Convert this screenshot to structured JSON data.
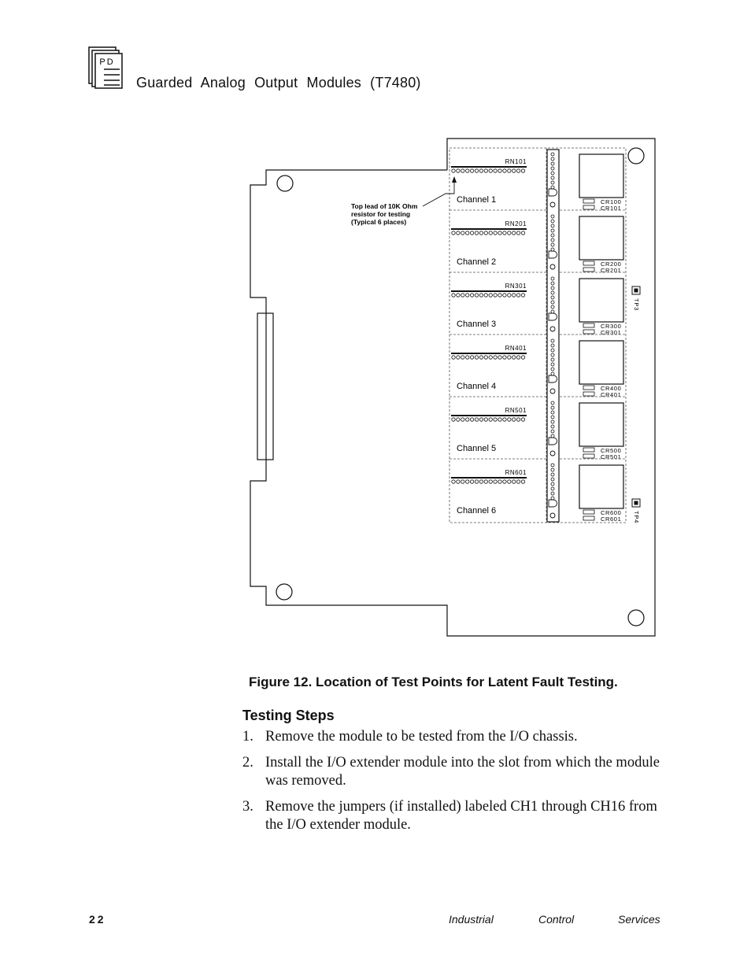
{
  "header": {
    "logo_text": "PD",
    "title": "Guarded Analog Output Modules (T7480)"
  },
  "figure": {
    "callout": [
      "Top lead of 10K Ohm",
      "resistor for testing",
      "(Typical 6 places)"
    ],
    "channels": [
      {
        "label": "Channel 1",
        "rn": "RN101",
        "cr_a": "CR100",
        "cr_b": "CR101"
      },
      {
        "label": "Channel 2",
        "rn": "RN201",
        "cr_a": "CR200",
        "cr_b": "CR201"
      },
      {
        "label": "Channel 3",
        "rn": "RN301",
        "cr_a": "CR300",
        "cr_b": "CR301"
      },
      {
        "label": "Channel 4",
        "rn": "RN401",
        "cr_a": "CR400",
        "cr_b": "CR401"
      },
      {
        "label": "Channel 5",
        "rn": "RN501",
        "cr_a": "CR500",
        "cr_b": "CR501"
      },
      {
        "label": "Channel 6",
        "rn": "RN601",
        "cr_a": "CR600",
        "cr_b": "CR601"
      }
    ],
    "tp_upper": "TP3",
    "tp_lower": "TP4"
  },
  "caption": "Figure 12.  Location of Test Points for Latent Fault Testing.",
  "section_title": "Testing Steps",
  "steps": [
    {
      "num": "1.",
      "text": "Remove the module to be tested from the I/O chassis."
    },
    {
      "num": "2.",
      "text": "Install the I/O extender module into the slot from which the module was removed."
    },
    {
      "num": "3.",
      "text": "Remove the jumpers (if installed) labeled CH1 through CH16 from the I/O extender module."
    }
  ],
  "footer": {
    "page_number": "22",
    "words": [
      "Industrial",
      "Control",
      "Services"
    ]
  }
}
